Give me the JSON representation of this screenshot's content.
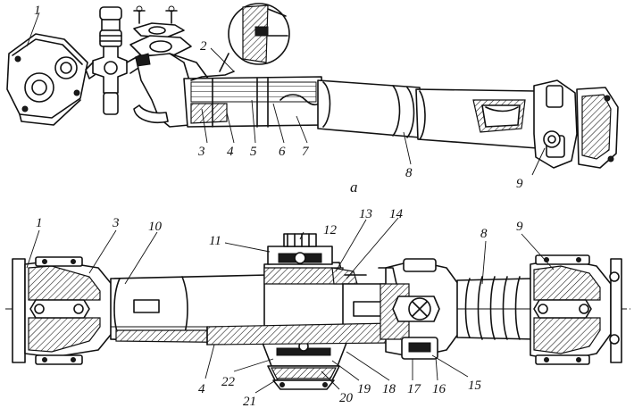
{
  "diagram": {
    "view_a": {
      "caption": "a",
      "callouts": [
        "1",
        "2",
        "3",
        "4",
        "5",
        "6",
        "7",
        "8",
        "9"
      ]
    },
    "view_b": {
      "callouts_top": [
        "1",
        "3",
        "10",
        "11",
        "12",
        "13",
        "14",
        "8",
        "9"
      ],
      "callouts_bottom": [
        "4",
        "22",
        "21",
        "20",
        "19",
        "18",
        "17",
        "16",
        "15"
      ]
    }
  }
}
